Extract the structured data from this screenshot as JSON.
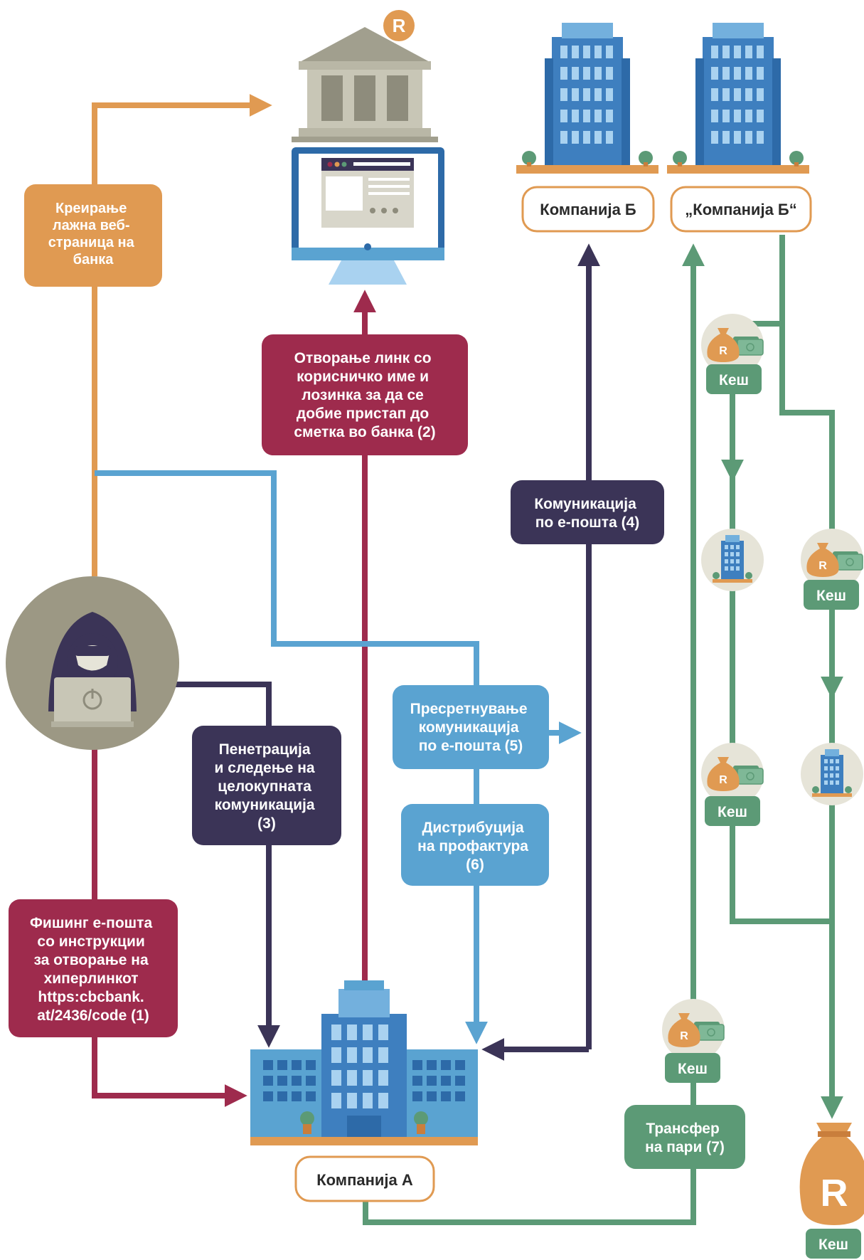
{
  "colors": {
    "orange": "#E09A52",
    "crimson": "#9E2B4D",
    "navy": "#3B3457",
    "blue": "#5AA3D1",
    "green": "#5C9A76",
    "gray_circle": "#E6E4D8",
    "hacker_circle": "#9C9884",
    "building_blue": "#3E7FBF",
    "building_light": "#73B0DD"
  },
  "boxes": {
    "fake_site": [
      "Креирање",
      "лажна веб-",
      "страница на",
      "банка"
    ],
    "open_link": [
      "Отворање линк со",
      "корисничко име и",
      "лозинка за да се",
      "добие пристап до",
      "сметка во банка (2)"
    ],
    "communication": [
      "Комуникација",
      "по е-пошта (4)"
    ],
    "penetration": [
      "Пенетрација",
      "и следење на",
      "целокупната",
      "комуникација",
      "(3)"
    ],
    "interception": [
      "Пресретнување",
      "комуникација",
      "по е-пошта (5)"
    ],
    "invoice": [
      "Дистрибуција",
      "на профактура",
      "(6)"
    ],
    "phishing": [
      "Фишинг е-пошта",
      "со инструкции",
      "за отворање на",
      "хиперлинкот",
      "https:cbcbank.",
      "at/2436/code (1)"
    ],
    "transfer": [
      "Трансфер",
      "на пари (7)"
    ]
  },
  "companies": {
    "a": "Компанија А",
    "b": "Компанија Б",
    "b_fake": "„Компанија Б“"
  },
  "cash_label": "Кеш",
  "icons": {
    "bank": "bank-building-icon",
    "currency": "R",
    "computer": "computer-monitor-icon",
    "hacker": "hacker-icon",
    "money_bag": "money-bag-icon"
  }
}
